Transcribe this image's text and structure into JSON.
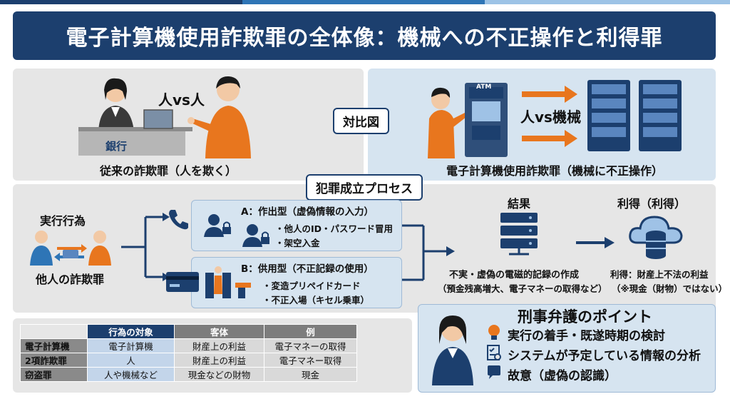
{
  "title": "電子計算機使用詐欺罪の全体像：機械への不正操作と利得罪",
  "comparison": {
    "left": {
      "person_label": "人vs人",
      "bank_label": "銀行",
      "caption": "従来の詐欺罪（人を欺く）"
    },
    "center_label": "対比図",
    "right": {
      "atm_label": "ATM",
      "person_label": "人vs機械",
      "caption": "電子計算機使用詐欺罪（機械に不正操作）"
    }
  },
  "process": {
    "heading": "犯罪成立プロセス",
    "act": {
      "label": "実行行為",
      "caption": "他人の詐欺罪"
    },
    "type_a": {
      "title": "A：作出型（虚偽情報の入力）",
      "items": [
        "・他人のID・パスワード冒用",
        "・架空入金"
      ]
    },
    "type_b": {
      "title": "B：供用型（不正記録の使用）",
      "items": [
        "・変造プリペイドカード",
        "・不正入場（キセル乗車）"
      ]
    },
    "result": {
      "label": "結果",
      "line1": "不実・虚偽の電磁的記録の作成",
      "line2": "（預金残高増大、電子マネーの取得など）"
    },
    "gain": {
      "label": "利得（利得）",
      "line1": "利得：財産上不法の利益",
      "line2": "（※現金（財物）ではない）"
    }
  },
  "table": {
    "headers": [
      "行為の対象",
      "客体",
      "例"
    ],
    "rows": [
      {
        "name": "電子計算機",
        "cells": [
          "電子計算機",
          "財産上の利益",
          "電子マネーの取得"
        ]
      },
      {
        "name": "2項詐欺罪",
        "cells": [
          "人",
          "財産上の利益",
          "電子マネー取得"
        ]
      },
      {
        "name": "窃盗罪",
        "cells": [
          "人や機械など",
          "現金などの財物",
          "現金"
        ]
      }
    ]
  },
  "defense": {
    "title": "刑事弁護のポイント",
    "points": [
      "実行の着手・既遂時期の検討",
      "システムが予定している情報の分析",
      "故意（虚偽の認識）"
    ]
  },
  "colors": {
    "navy": "#1c3f6e",
    "orange": "#e8761e",
    "light_blue": "#d6e4f0",
    "gray_panel": "#e6e6e6"
  }
}
